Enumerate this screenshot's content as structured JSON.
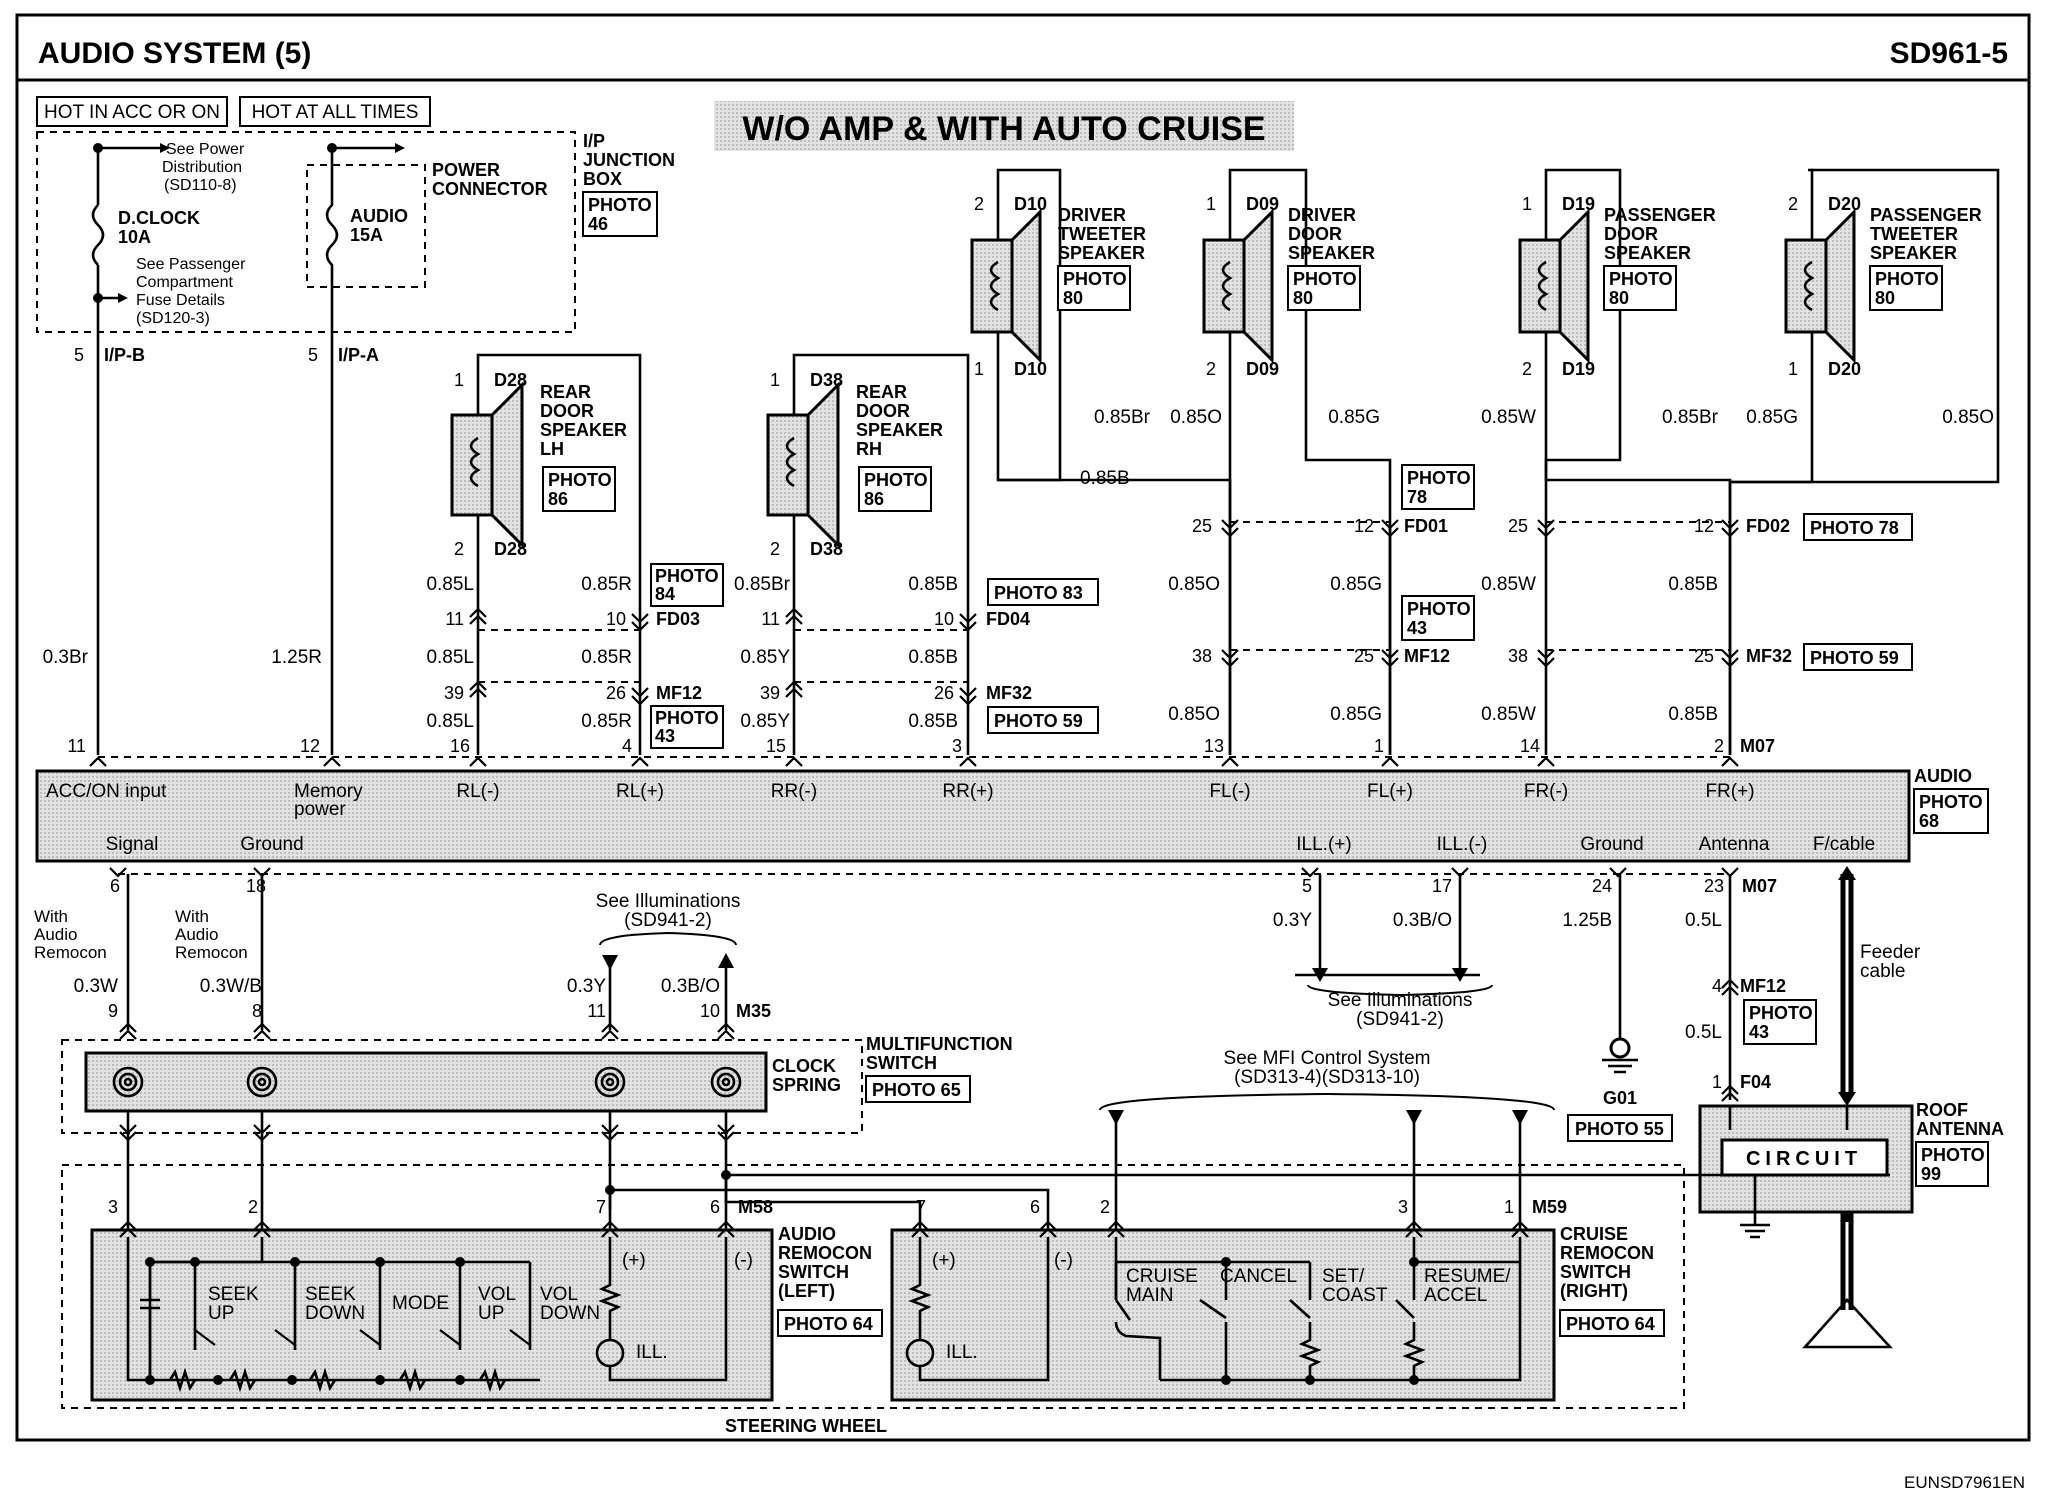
{
  "header": {
    "title": "AUDIO SYSTEM (5)",
    "code": "SD961-5",
    "footer": "EUNSD7961EN",
    "banner": "W/O AMP & WITH AUTO CRUISE"
  },
  "power": {
    "hot_acc": "HOT IN ACC OR ON",
    "hot_all": "HOT AT ALL TIMES",
    "ip_box": [
      "I/P",
      "JUNCTION",
      "BOX"
    ],
    "ip_photo": [
      "PHOTO",
      "46"
    ],
    "pwr_conn": [
      "POWER",
      "CONNECTOR"
    ],
    "see_pd": [
      "See Power",
      "Distribution",
      "(SD110-8)"
    ],
    "see_pc": [
      "See Passenger",
      "Compartment",
      "Fuse Details",
      "(SD120-3)"
    ],
    "dclock": [
      "D.CLOCK",
      "10A"
    ],
    "audio_fuse": [
      "AUDIO",
      "15A"
    ],
    "ipb": "I/P-B",
    "ipa": "I/P-A",
    "pin5": "5",
    "wire1": "0.3Br",
    "wire2": "1.25R"
  },
  "speakers": [
    {
      "id": "D28",
      "name": [
        "REAR",
        "DOOR",
        "SPEAKER",
        "LH"
      ],
      "photo": [
        "PHOTO",
        "86"
      ],
      "p1": "1",
      "p2": "2"
    },
    {
      "id": "D38",
      "name": [
        "REAR",
        "DOOR",
        "SPEAKER",
        "RH"
      ],
      "photo": [
        "PHOTO",
        "86"
      ],
      "p1": "1",
      "p2": "2"
    },
    {
      "id": "D10",
      "name": [
        "DRIVER",
        "TWEETER",
        "SPEAKER"
      ],
      "photo": [
        "PHOTO",
        "80"
      ],
      "p1": "2",
      "p2": "1"
    },
    {
      "id": "D09",
      "name": [
        "DRIVER",
        "DOOR",
        "SPEAKER"
      ],
      "photo": [
        "PHOTO",
        "80"
      ],
      "p1": "1",
      "p2": "2"
    },
    {
      "id": "D19",
      "name": [
        "PASSENGER",
        "DOOR",
        "SPEAKER"
      ],
      "photo": [
        "PHOTO",
        "80"
      ],
      "p1": "1",
      "p2": "2"
    },
    {
      "id": "D20",
      "name": [
        "PASSENGER",
        "TWEETER",
        "SPEAKER"
      ],
      "photo": [
        "PHOTO",
        "80"
      ],
      "p1": "2",
      "p2": "1"
    }
  ],
  "wires": {
    "w085L": "0.85L",
    "w085R": "0.85R",
    "w085Br": "0.85Br",
    "w085Y": "0.85Y",
    "w085B": "0.85B",
    "w085O": "0.85O",
    "w085G": "0.85G",
    "w085W": "0.85W",
    "w03Y": "0.3Y",
    "w03BO": "0.3B/O",
    "w125B": "1.25B",
    "w05L": "0.5L",
    "w03W": "0.3W",
    "w03WB": "0.3W/B"
  },
  "conn": {
    "FD03": "FD03",
    "FD04": "FD04",
    "MF12": "MF12",
    "MF32": "MF32",
    "FD01": "FD01",
    "FD02": "FD02",
    "M07": "M07",
    "M35": "M35",
    "M58": "M58",
    "M59": "M59",
    "F04": "F04",
    "G01": "G01"
  },
  "pins": {
    "p1": "1",
    "p2": "2",
    "p3": "3",
    "p4": "4",
    "p5": "5",
    "p6": "6",
    "p7": "7",
    "p8": "8",
    "p9": "9",
    "p10": "10",
    "p11": "11",
    "p12": "12",
    "p13": "13",
    "p14": "14",
    "p15": "15",
    "p16": "16",
    "p17": "17",
    "p18": "18",
    "p23": "23",
    "p24": "24",
    "p25": "25",
    "p26": "26",
    "p38": "38",
    "p39": "39"
  },
  "photos": {
    "p84": [
      "PHOTO",
      "84"
    ],
    "p83": "PHOTO 83",
    "p43": [
      "PHOTO",
      "43"
    ],
    "p59": "PHOTO 59",
    "p78": [
      "PHOTO",
      "78"
    ],
    "p78b": "PHOTO 78",
    "p68": [
      "PHOTO",
      "68"
    ],
    "p65": "PHOTO 65",
    "p55": "PHOTO 55",
    "p99": [
      "PHOTO",
      "99"
    ],
    "p64": "PHOTO 64"
  },
  "audio_unit": {
    "label": "AUDIO",
    "top": [
      "ACC/ON input",
      "Memory",
      "power",
      "RL(-)",
      "RL(+)",
      "RR(-)",
      "RR(+)",
      "FL(-)",
      "FL(+)",
      "FR(-)",
      "FR(+)"
    ],
    "bottom": [
      "Signal",
      "Ground",
      "ILL.(+)",
      "ILL.(-)",
      "Ground",
      "Antenna",
      "F/cable"
    ]
  },
  "lower": {
    "with_audio": [
      "With",
      "Audio",
      "Remocon"
    ],
    "see_ill": [
      "See Illuminations",
      "(SD941-2)"
    ],
    "see_mfi": [
      "See MFI Control System",
      "(SD313-4)(SD313-10)"
    ],
    "mfs": [
      "MULTIFUNCTION",
      "SWITCH"
    ],
    "clock": [
      "CLOCK",
      "SPRING"
    ],
    "feeder": [
      "Feeder",
      "cable"
    ],
    "roof": [
      "ROOF",
      "ANTENNA"
    ],
    "circuit": "CIRCUIT",
    "audio_sw": [
      "AUDIO",
      "REMOCON",
      "SWITCH",
      "(LEFT)"
    ],
    "cruise_sw": [
      "CRUISE",
      "REMOCON",
      "SWITCH",
      "(RIGHT)"
    ],
    "steering": "STEERING WHEEL",
    "plus": "(+)",
    "minus": "(-)",
    "ill": "ILL.",
    "btn": {
      "seek_up": [
        "SEEK",
        "UP"
      ],
      "seek_down": [
        "SEEK",
        "DOWN"
      ],
      "mode": "MODE",
      "vol_up": [
        "VOL",
        "UP"
      ],
      "vol_down": [
        "VOL",
        "DOWN"
      ],
      "cruise_main": [
        "CRUISE",
        "MAIN"
      ],
      "cancel": "CANCEL",
      "set_coast": [
        "SET/",
        "COAST"
      ],
      "resume": [
        "RESUME/",
        "ACCEL"
      ]
    }
  }
}
